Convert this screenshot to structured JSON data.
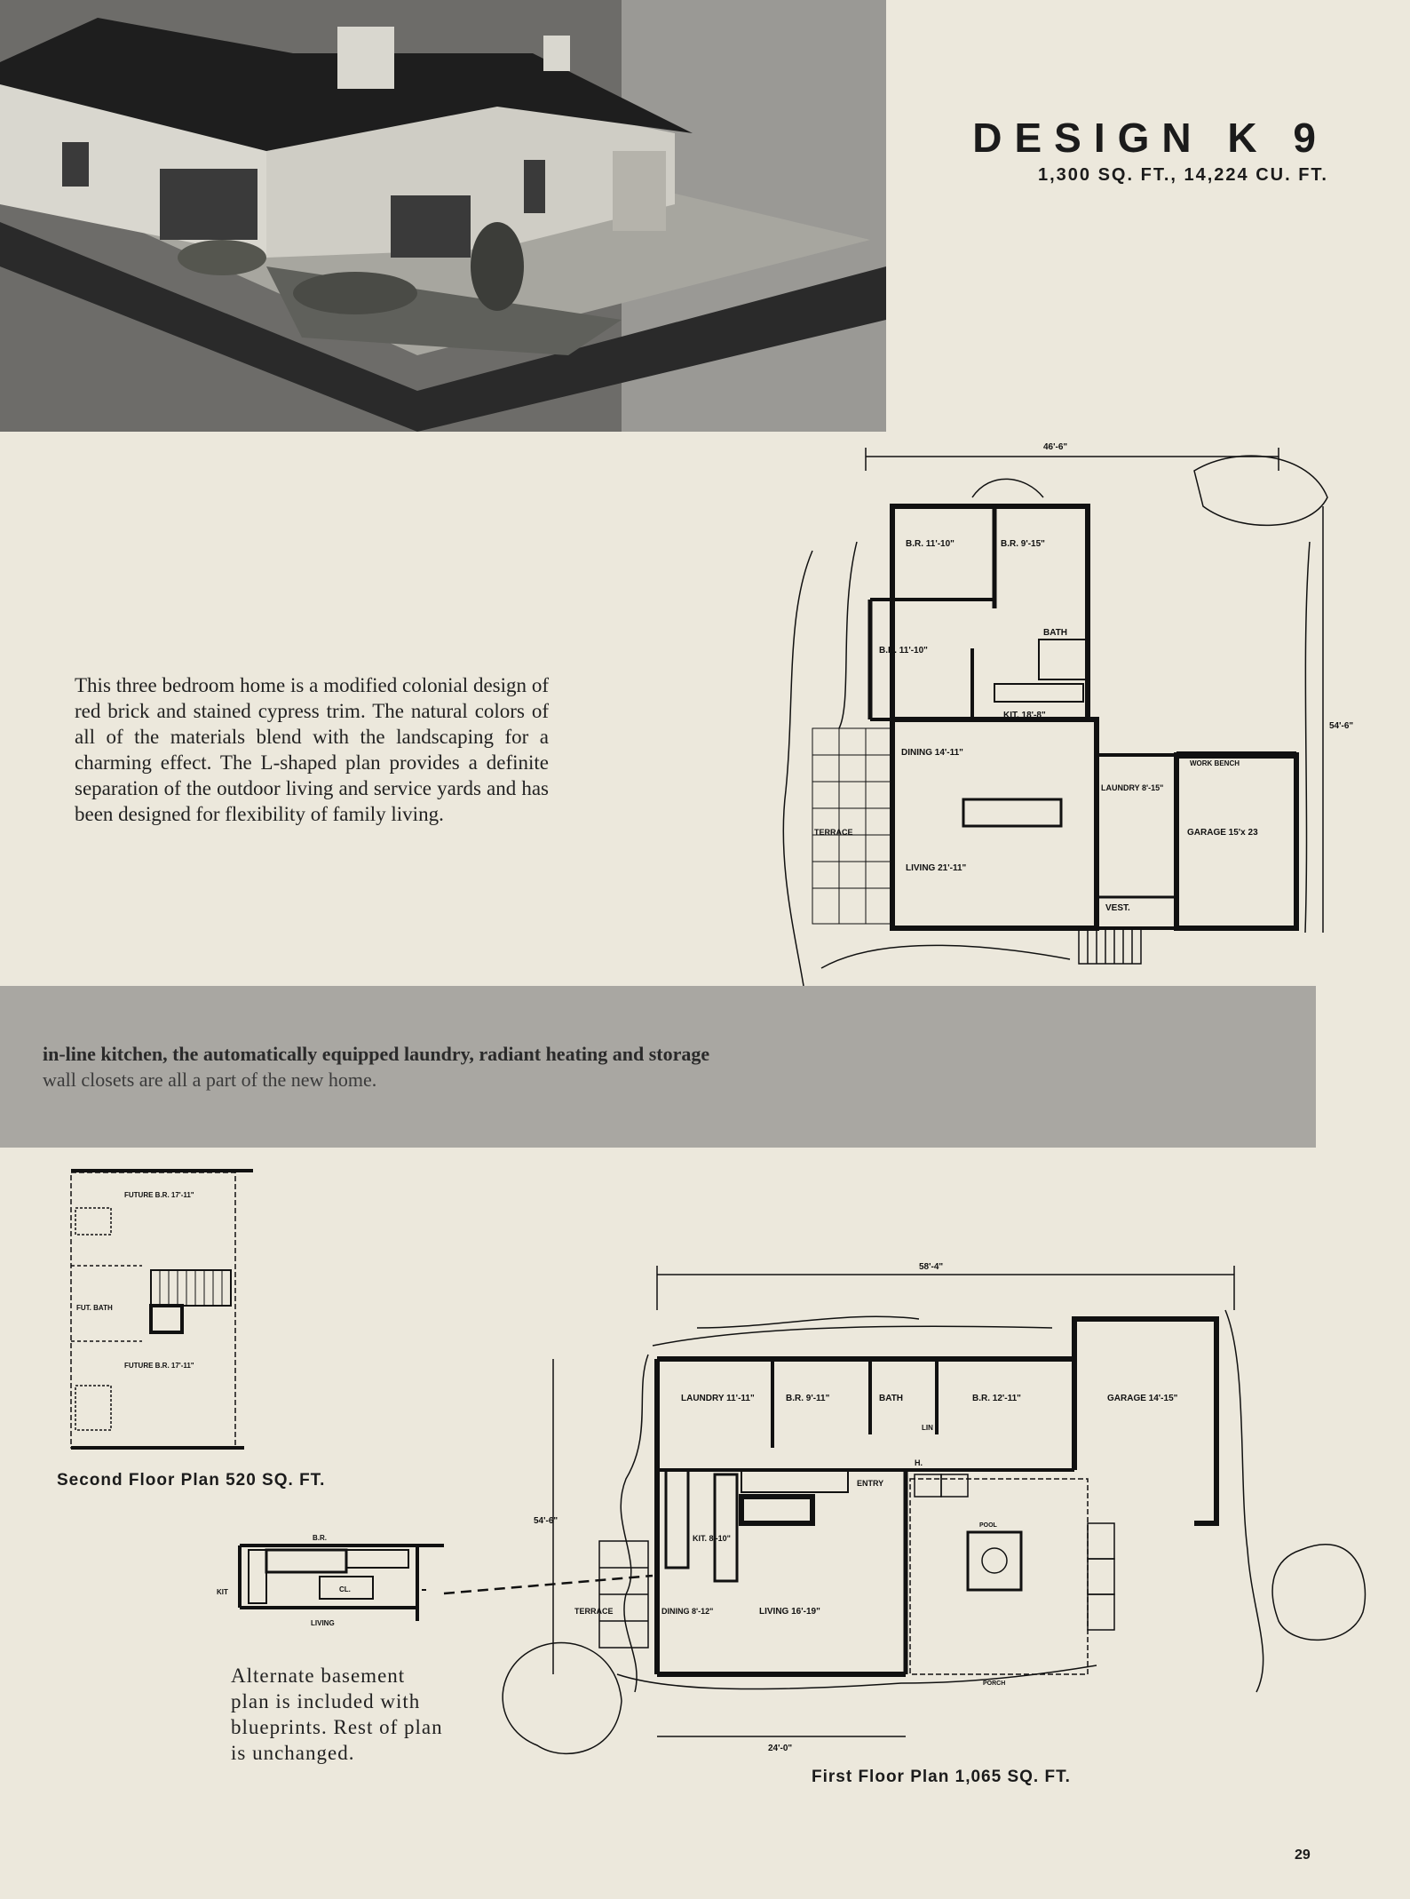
{
  "header": {
    "title": "DESIGN K 9",
    "subtitle": "1,300 SQ. FT., 14,224 CU. FT."
  },
  "description": "This three bedroom home is a modified colonial design of red brick and stained cypress trim. The natural colors of all of the materials blend with the landscaping for a charming effect. The L-shaped plan provides a definite separation of the outdoor living and service yards and has been designed for flexibility of family living.",
  "band": {
    "line1": "in-line kitchen, the automatically equipped laundry, radiant heating and storage",
    "line2": "wall closets are all a part of the new home."
  },
  "plan_top": {
    "dim_width": "46'-6\"",
    "dim_depth": "54'-6\"",
    "rooms": {
      "br1": "B.R. 11'-10\"",
      "br2": "B.R. 9'-15\"",
      "br3": "B.R. 11'-10\"",
      "bath": "BATH",
      "kit": "KIT. 18'-8\"",
      "dining": "DINING 14'-11\"",
      "laundry": "LAUNDRY 8'-15\"",
      "garage": "GARAGE 15'x 23",
      "living": "LIVING 21'-11\"",
      "vest": "VEST.",
      "terrace": "TERRACE",
      "bench": "WORK BENCH"
    }
  },
  "plan_second": {
    "caption": "Second Floor Plan 520 SQ. FT.",
    "rooms": {
      "future1": "FUTURE B.R. 17'-11\"",
      "future2": "FUTURE B.R. 17'-11\"",
      "bath": "FUT. BATH"
    }
  },
  "plan_basement": {
    "rooms": {
      "br": "B.R.",
      "kit": "KIT",
      "living": "LIVING",
      "cl": "CL."
    }
  },
  "alt_note": "Alternate basement plan is included with blueprints. Rest of plan is unchanged.",
  "plan_first": {
    "caption": "First Floor Plan 1,065 SQ. FT.",
    "dim_width": "58'-4\"",
    "dim_depth": "54'-6\"",
    "dim_bottom": "24'-0\"",
    "rooms": {
      "laundry": "LAUNDRY 11'-11\"",
      "br1": "B.R. 9'-11\"",
      "bath": "BATH",
      "br2": "B.R. 12'-11\"",
      "garage": "GARAGE 14'-15\"",
      "kit": "KIT. 8'-10\"",
      "entry": "ENTRY",
      "terrace": "TERRACE",
      "dining": "DINING 8'-12\"",
      "living": "LIVING 16'-19\"",
      "h": "H.",
      "lin": "LIN",
      "pool": "POOL",
      "stoop": "PORCH"
    }
  },
  "page_number": "29"
}
